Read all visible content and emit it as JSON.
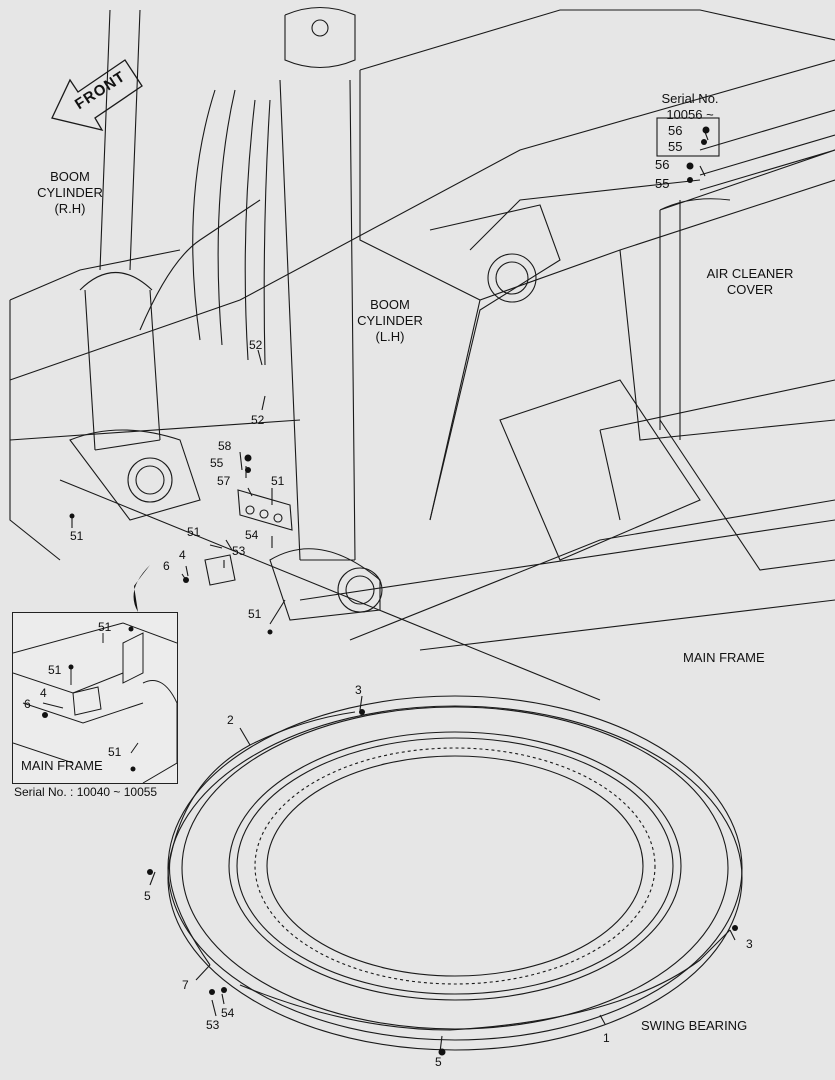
{
  "labels": {
    "front": "FRONT",
    "boom_rh_line1": "BOOM",
    "boom_rh_line2": "CYLINDER",
    "boom_rh_line3": "(R.H)",
    "boom_lh_line1": "BOOM",
    "boom_lh_line2": "CYLINDER",
    "boom_lh_line3": "(L.H)",
    "serial_top_line1": "Serial No.",
    "serial_top_line2": "10056 ~",
    "air_cleaner_line1": "AIR CLEANER",
    "air_cleaner_line2": "COVER",
    "main_frame": "MAIN FRAME",
    "inset_main_frame": "MAIN FRAME",
    "serial_inset": "Serial No. : 10040 ~ 10055",
    "swing_bearing": "SWING BEARING"
  },
  "callouts": {
    "c56a": "56",
    "c55a": "55",
    "c56b": "56",
    "c55b": "55",
    "c52a": "52",
    "c52b": "52",
    "c58": "58",
    "c55c": "55",
    "c57": "57",
    "c51a": "51",
    "c51b": "51",
    "c54a": "54",
    "c53a": "53",
    "c51c": "51",
    "c4a": "4",
    "c6a": "6",
    "c51d": "51",
    "c51e": "51",
    "c51f": "51",
    "c4b": "4",
    "c6b": "6",
    "c51g": "51",
    "c3a": "3",
    "c2": "2",
    "c5a": "5",
    "c3b": "3",
    "c7": "7",
    "c54b": "54",
    "c53b": "53",
    "c1": "1",
    "c5b": "5"
  },
  "colors": {
    "line": "#1a1a1a",
    "background": "#e6e6e6"
  }
}
